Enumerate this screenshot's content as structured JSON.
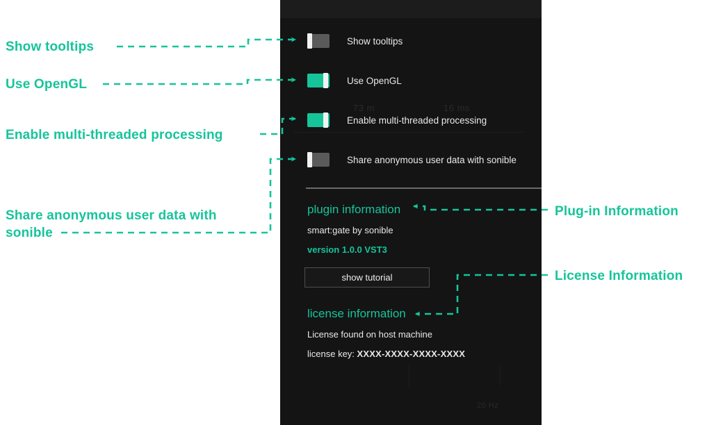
{
  "accent_color": "#16c49a",
  "panel": {
    "background_color": "#141414",
    "settings": [
      {
        "label": "Show tooltips",
        "state": "off"
      },
      {
        "label": "Use OpenGL",
        "state": "on"
      },
      {
        "label": "Enable multi-threaded processing",
        "state": "on"
      },
      {
        "label": "Share anonymous user data with sonible",
        "state": "off"
      }
    ],
    "plugin_information": {
      "heading": "plugin information",
      "product": "smart:gate by sonible",
      "version": "version 1.0.0 VST3",
      "tutorial_button": "show tutorial"
    },
    "license_information": {
      "heading": "license information",
      "status": "License found on host machine",
      "key_label": "license key:",
      "key_value": "XXXX-XXXX-XXXX-XXXX"
    },
    "background_ghost": {
      "value_1": "73 m",
      "value_2": "16 ms",
      "value_3": "20 Hz"
    }
  },
  "annotations": {
    "left": [
      {
        "text": "Show tooltips"
      },
      {
        "text": "Use OpenGL"
      },
      {
        "text": "Enable multi-threaded processing"
      },
      {
        "text": "Share anonymous user data with sonible"
      }
    ],
    "right": [
      {
        "text": "Plug-in Information"
      },
      {
        "text": "License Information"
      }
    ]
  }
}
